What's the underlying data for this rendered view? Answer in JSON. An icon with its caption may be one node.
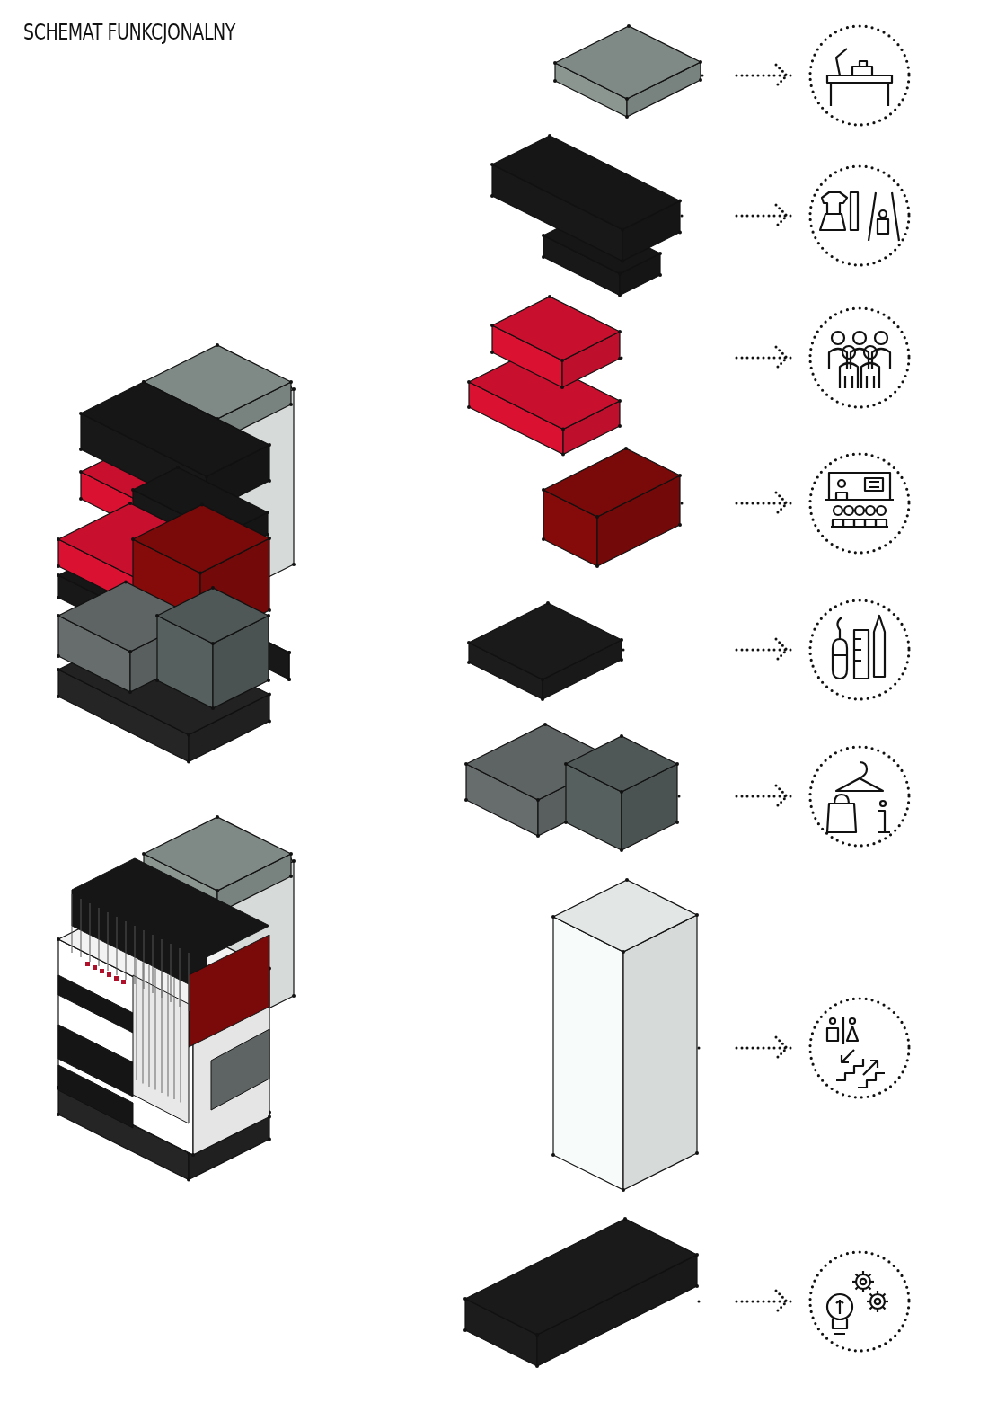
{
  "diagram": {
    "title": "SCHEMAT FUNKCJONALNY",
    "nodes": [
      {
        "text": [],
        "shape": "cuboid"
      },
      {
        "text": [],
        "shape": "cuboid"
      },
      {
        "text": [],
        "shape": "cuboid"
      },
      {
        "text": [],
        "shape": "cuboid"
      },
      {
        "text": [],
        "shape": "cuboid"
      },
      {
        "text": [],
        "shape": "cuboid"
      },
      {
        "text": [],
        "shape": "cuboid"
      },
      {
        "text": [],
        "shape": "cuboid"
      },
      {
        "text": [],
        "shape": "circle"
      },
      {
        "text": [],
        "shape": "circle"
      },
      {
        "text": [],
        "shape": "circle"
      },
      {
        "text": [],
        "shape": "circle"
      },
      {
        "text": [],
        "shape": "circle"
      },
      {
        "text": [],
        "shape": "circle"
      },
      {
        "text": [],
        "shape": "circle"
      },
      {
        "text": [],
        "shape": "circle"
      }
    ],
    "edges": [
      {
        "from": 0,
        "to": 8,
        "arrow": "to"
      },
      {
        "from": 1,
        "to": 9,
        "arrow": "to"
      },
      {
        "from": 2,
        "to": 10,
        "arrow": "to"
      },
      {
        "from": 3,
        "to": 11,
        "arrow": "to"
      },
      {
        "from": 4,
        "to": 12,
        "arrow": "to"
      },
      {
        "from": 5,
        "to": 13,
        "arrow": "to"
      },
      {
        "from": 6,
        "to": 14,
        "arrow": "to"
      },
      {
        "from": 7,
        "to": 15,
        "arrow": "to"
      }
    ]
  }
}
